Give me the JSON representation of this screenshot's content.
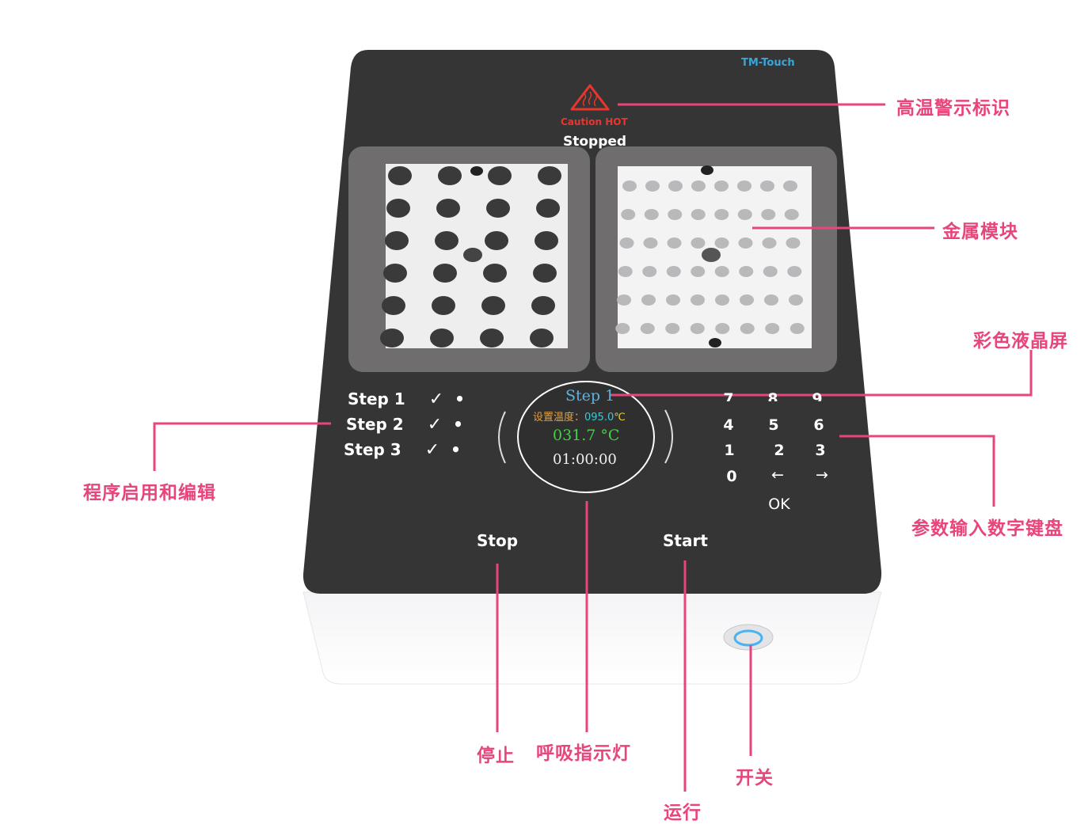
{
  "device": {
    "brand": "TM-Touch",
    "caution": "Caution HOT",
    "status": "Stopped",
    "steps": [
      {
        "label": "Step 1",
        "check": "✓",
        "dot": "•"
      },
      {
        "label": "Step 2",
        "check": "✓",
        "dot": "•"
      },
      {
        "label": "Step 3",
        "check": "✓",
        "dot": "•"
      }
    ],
    "screen": {
      "step": "Step 1",
      "set_label": "设置温度：",
      "set_value": "095.0",
      "set_unit": "℃",
      "current_temp": "031.7 °C",
      "timer": "01:00:00"
    },
    "keypad": [
      "7",
      "8",
      "9",
      "4",
      "5",
      "6",
      "1",
      "2",
      "3",
      "0",
      "←",
      "→"
    ],
    "ok_label": "OK",
    "stop_label": "Stop",
    "start_label": "Start"
  },
  "callouts": {
    "hot_warning": "高温警示标识",
    "metal_block": "金属模块",
    "lcd": "彩色液晶屏",
    "keypad": "参数输入数字键盘",
    "program": "程序启用和编辑",
    "stop": "停止",
    "breath_light": "呼吸指示灯",
    "run": "运行",
    "power": "开关"
  },
  "colors": {
    "callout": "#e8457a",
    "panel": "#353535",
    "brand": "#3aa6d8",
    "caution": "#e8362e"
  }
}
